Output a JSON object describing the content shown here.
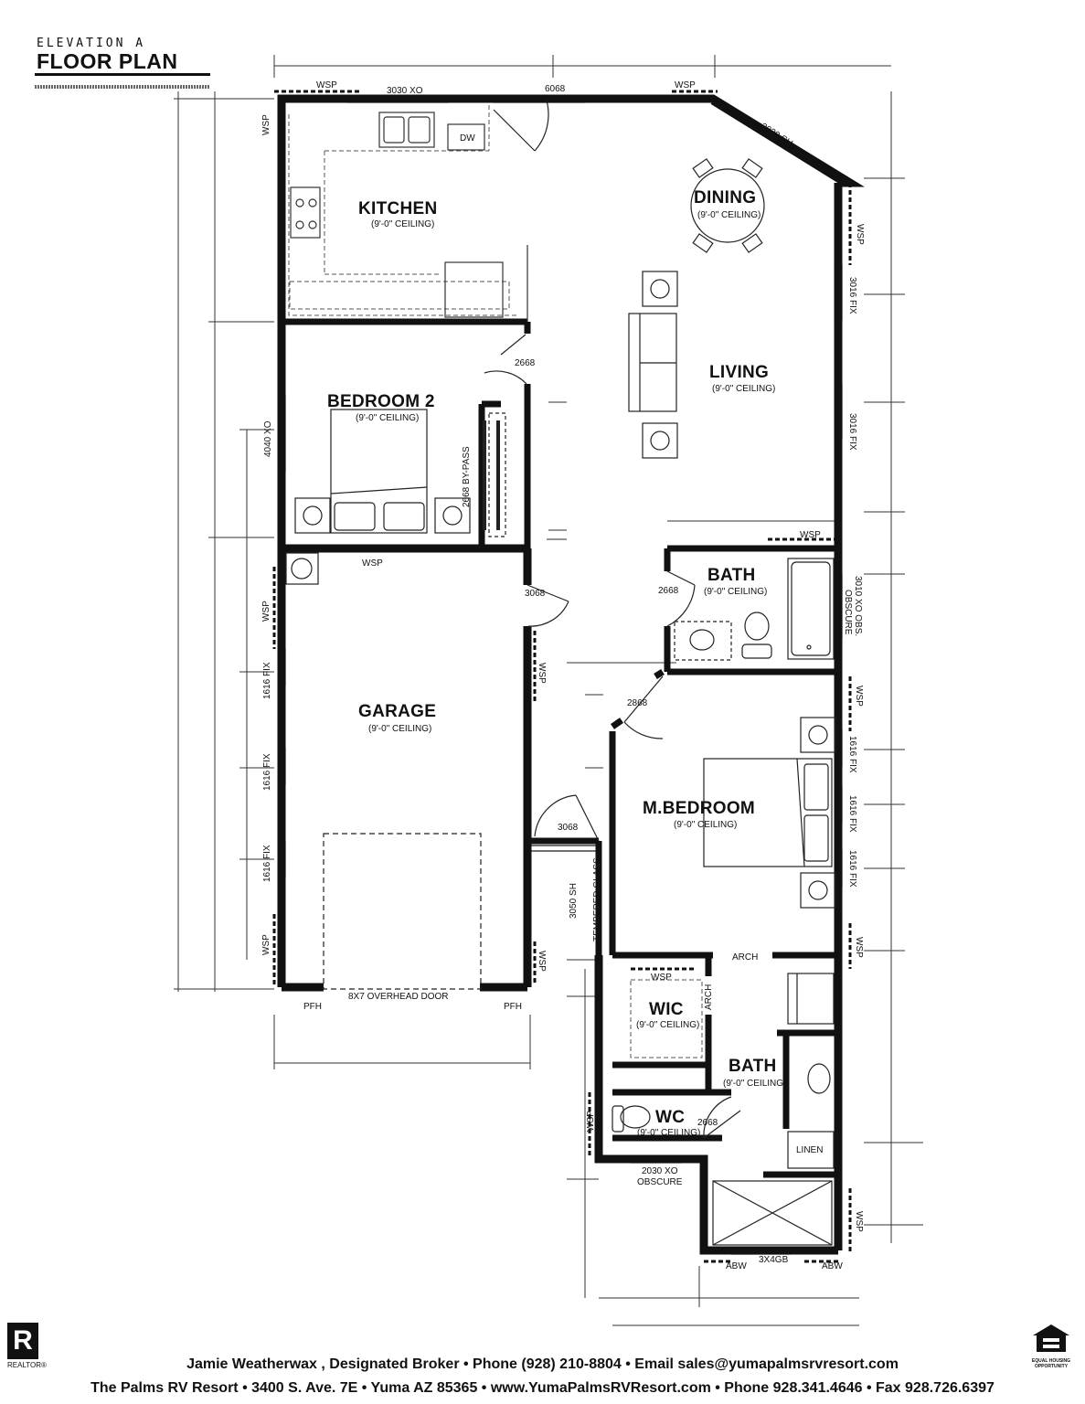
{
  "header": {
    "elevation": "ELEVATION A",
    "title": "FLOOR PLAN"
  },
  "rooms": {
    "kitchen": {
      "name": "KITCHEN",
      "ceiling": "(9'-0\" CEILING)"
    },
    "dining": {
      "name": "DINING",
      "ceiling": "(9'-0\" CEILING)"
    },
    "living": {
      "name": "LIVING",
      "ceiling": "(9'-0\" CEILING)"
    },
    "bedroom2": {
      "name": "BEDROOM 2",
      "ceiling": "(9'-0\" CEILING)"
    },
    "bath": {
      "name": "BATH",
      "ceiling": "(9'-0\" CEILING)"
    },
    "garage": {
      "name": "GARAGE",
      "ceiling": "(9'-0\" CEILING)"
    },
    "master_bedroom": {
      "name": "M.BEDROOM",
      "ceiling": "(9'-0\" CEILING)"
    },
    "wic": {
      "name": "WIC",
      "ceiling": "(9'-0\" CEILING)"
    },
    "master_bath": {
      "name": "BATH",
      "ceiling": "(9'-0\" CEILING)"
    },
    "wc": {
      "name": "WC",
      "ceiling": "(9'-0\" CEILING)"
    }
  },
  "labels": {
    "wsp": "WSP",
    "window_3030xo": "3030 XO",
    "door_6068": "6068",
    "window_3030sh": "3030 SH",
    "dw": "DW",
    "window_3016fix": "3016 FIX",
    "door_2668": "2668",
    "bypass_2668": "2668 BY-PASS",
    "window_4040xo": "4040 XO",
    "door_3068": "3068",
    "window_3010": "3010 XO OBS.",
    "obscure": "OBSCURE",
    "door_2868": "2868",
    "window_1616fix": "1616 FIX",
    "window_3050sh": "3050 SH",
    "tempered_glass": "TEMPERED GLASS",
    "overhead_door": "8X7 OVERHEAD DOOR",
    "pfh": "PFH",
    "arch": "ARCH",
    "linen": "LINEN",
    "window_2030xo": "2030 XO",
    "window_3x4gb": "3X4GB",
    "abw": "ABW"
  },
  "footer": {
    "line1": "Jamie Weatherwax , Designated Broker • Phone (928) 210-8804 • Email sales@yumapalmsrvresort.com",
    "line2": "The Palms RV Resort • 3400 S. Ave. 7E • Yuma AZ 85365 • www.YumaPalmsRVResort.com • Phone 928.341.4646 • Fax 928.726.6397",
    "realtor_mark": "R",
    "realtor_text": "REALTOR®",
    "eho_text": "EQUAL HOUSING OPPORTUNITY"
  }
}
